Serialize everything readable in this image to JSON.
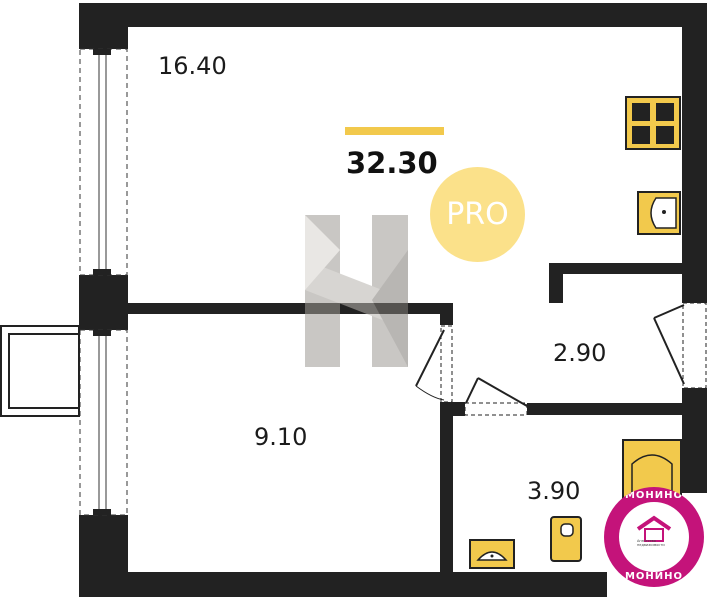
{
  "rooms": {
    "main_room": "16.40",
    "bedroom": "9.10",
    "hall": "2.90",
    "bathroom": "3.90"
  },
  "total_area": "32.30",
  "badge": "PRO",
  "logo": {
    "top_text": "МОНИНО",
    "bottom_text": "МОНИНО",
    "caption": "Агентство недвижимости"
  },
  "colors": {
    "wall": "#222222",
    "accent": "#f2c94c",
    "fixture": "#f2c94c",
    "badge_bg": "#fbe18a",
    "logo_bg": "#c4137a"
  },
  "icons": [
    "stove-icon",
    "sink-icon",
    "bathtub-icon",
    "toilet-icon",
    "washbasin-icon",
    "brand-watermark-icon",
    "house-logo-icon"
  ]
}
